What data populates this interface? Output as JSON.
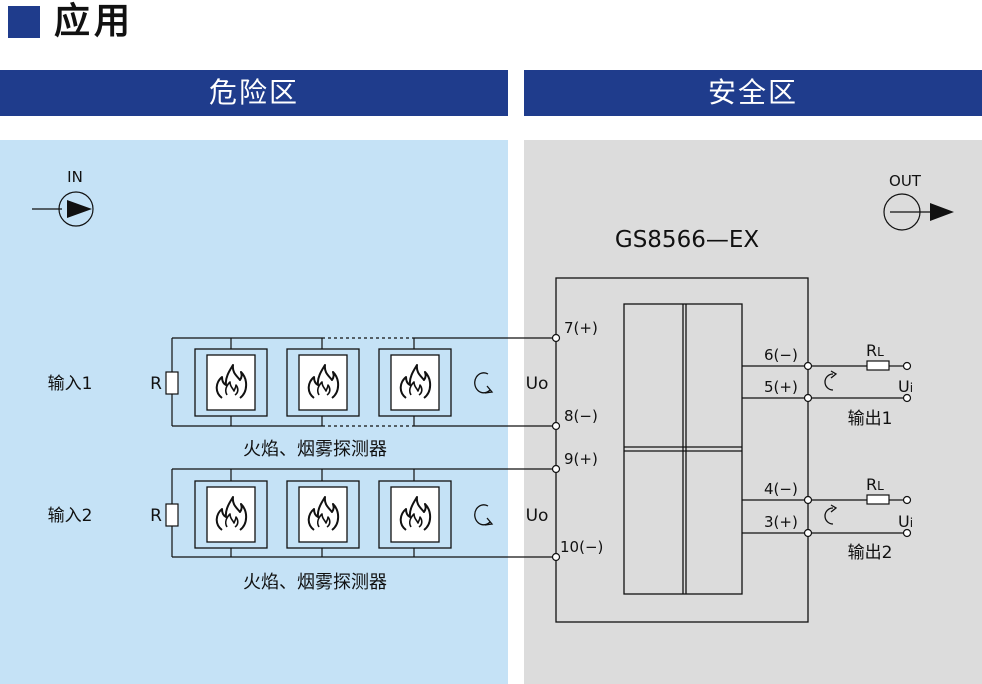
{
  "title": "应用",
  "zones": {
    "hazard": {
      "label": "危险区",
      "color": "#c5e2f6"
    },
    "safe": {
      "label": "安全区",
      "color": "#dcdcdc"
    }
  },
  "header_color": "#1f3c8c",
  "diagram": {
    "in_label": "IN",
    "out_label": "OUT",
    "device_name": "GS8566—EX",
    "inputs": [
      {
        "label": "输入1",
        "resistor": "R",
        "voltage": "Uo",
        "detector_caption": "火焰、烟雾探测器",
        "term_pos": "7(+)",
        "term_neg": "8(−)"
      },
      {
        "label": "输入2",
        "resistor": "R",
        "voltage": "Uo",
        "detector_caption": "火焰、烟雾探测器",
        "term_pos": "9(+)",
        "term_neg": "10(−)"
      }
    ],
    "outputs": [
      {
        "label": "输出1",
        "load_main": "R",
        "load_sub": "L",
        "voltage_main": "U",
        "voltage_sub": "i",
        "term_neg": "6(−)",
        "term_pos": "5(+)"
      },
      {
        "label": "输出2",
        "load_main": "R",
        "load_sub": "L",
        "voltage_main": "U",
        "voltage_sub": "i",
        "term_neg": "4(−)",
        "term_pos": "3(+)"
      }
    ]
  }
}
